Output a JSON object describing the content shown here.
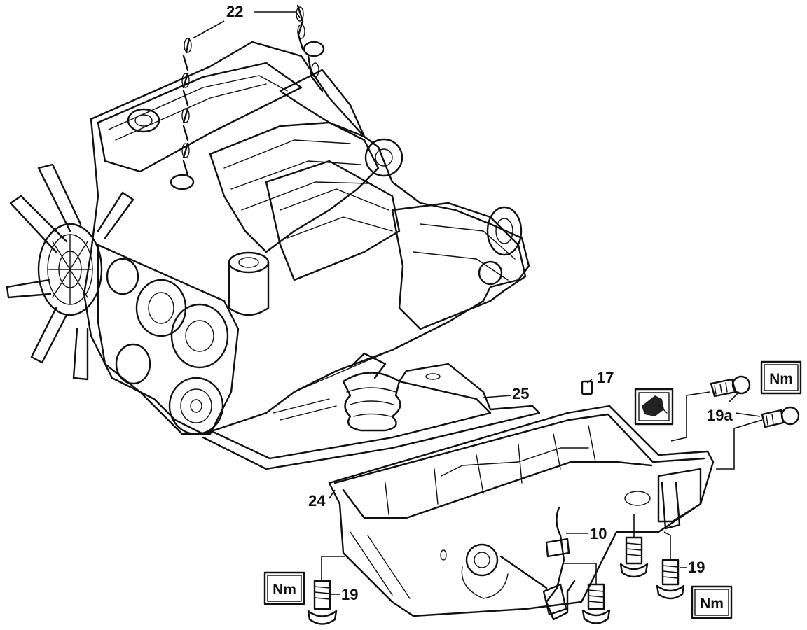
{
  "callouts": {
    "c22": "22",
    "c25": "25",
    "c17": "17",
    "c24": "24",
    "c19a": "19a",
    "c10": "10",
    "c19_left": "19",
    "c19_right": "19"
  },
  "torque_badges": {
    "top_right": "Nm",
    "bottom_left": "Nm",
    "bottom_right": "Nm"
  },
  "icons": [
    "sealant-tube-icon",
    "torque-nm-icon",
    "chain-hoist-icon",
    "bolt-icon"
  ]
}
